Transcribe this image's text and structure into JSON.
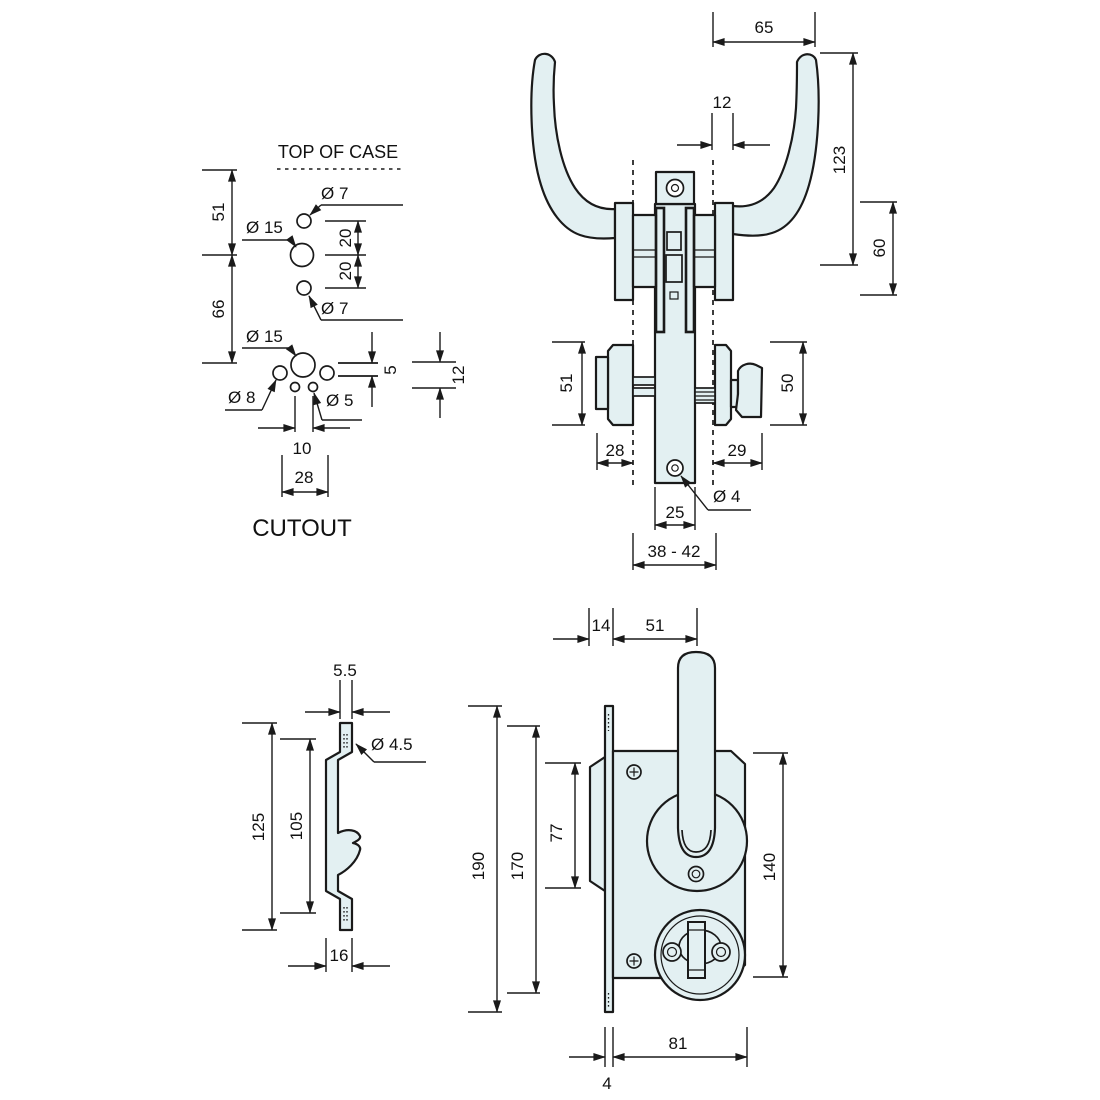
{
  "colors": {
    "part_fill": "#e3f0f2",
    "line": "#1a1a1a",
    "background": "#ffffff"
  },
  "cutout_view": {
    "title": "TOP OF CASE",
    "caption": "CUTOUT",
    "dims": {
      "height_51": "51",
      "height_66": "66",
      "hole_top": "Ø 7",
      "hole_spindle_top": "Ø 15",
      "spacing_upper": "20",
      "spacing_lower": "20",
      "hole_bottom": "Ø 7",
      "hole_spindle_bottom": "Ø 15",
      "hole_left": "Ø 8",
      "hole_small": "Ø 5",
      "slot_height": "5",
      "recess_height": "12",
      "spacing_10": "10",
      "width_28": "28"
    }
  },
  "front_view": {
    "dims": {
      "lever_reach": "65",
      "spindle_offset": "12",
      "lever_height": "123",
      "drop_60": "60",
      "rose_left": "51",
      "knob_right": "50",
      "backset_left": "28",
      "backset_right": "29",
      "screw_hole": "Ø 4",
      "plate_width": "25",
      "door_thickness": "38 - 42"
    }
  },
  "profile_view": {
    "dims": {
      "plate_thickness": "5.5",
      "screw_hole": "Ø 4.5",
      "total_height": "125",
      "hole_spacing": "105",
      "offset_depth": "16"
    }
  },
  "case_view": {
    "dims": {
      "offset_14": "14",
      "backset_51": "51",
      "faceplate_height": "190",
      "hole_spacing": "170",
      "flange_height": "77",
      "case_height": "140",
      "case_width": "81",
      "faceplate_thickness": "4"
    }
  }
}
